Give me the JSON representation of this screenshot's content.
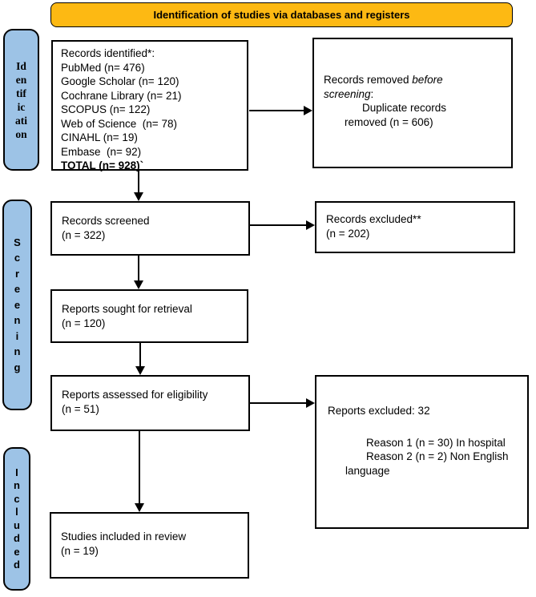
{
  "banner": {
    "title": "Identification of studies via databases and registers"
  },
  "colors": {
    "banner_fill": "#FDB913",
    "sidebar_fill": "#9DC3E6",
    "border": "#000000",
    "box_fill": "#FFFFFF"
  },
  "sidebar": {
    "identification": {
      "label": "Identification",
      "lines": "Id\nen\ntif\nic\nati\non"
    },
    "screening": {
      "label": "Screening",
      "lines": "S\nc\nr\ne\ne\nn\ni\nn\ng"
    },
    "included": {
      "label": "Included",
      "lines": "I\nn\nc\nl\nu\nd\ne\nd"
    }
  },
  "boxes": {
    "identified": {
      "lines": [
        "Records identified*:",
        "PubMed (n= 476)",
        "Google Scholar (n= 120)",
        "Cochrane Library (n= 21)",
        "SCOPUS (n= 122)",
        "Web of Science  (n= 78)",
        "CINAHL (n= 19)",
        "Embase  (n= 92)"
      ],
      "total": "TOTAL (n= 928)`"
    },
    "removed": {
      "prefix": "Records removed ",
      "italic": "before screening",
      "suffix": ":",
      "dup_line1": "Duplicate records",
      "dup_line2": "removed (n = 606)"
    },
    "screened": {
      "line1": "Records screened",
      "line2": "(n = 322)"
    },
    "excluded": {
      "line1": "Records excluded**",
      "line2": "(n = 202)"
    },
    "sought": {
      "line1": "Reports sought for retrieval",
      "line2": "(n = 120)"
    },
    "assessed": {
      "line1": "Reports assessed for eligibility",
      "line2": "(n = 51)"
    },
    "reports_excluded": {
      "title": "Reports excluded: 32",
      "reason1": "Reason 1 (n = 30) In hospital",
      "reason2": "Reason 2 (n = 2) Non English",
      "reason2_cont": "language"
    },
    "included_review": {
      "line1": "Studies included in review",
      "line2": "(n = 19)"
    }
  }
}
